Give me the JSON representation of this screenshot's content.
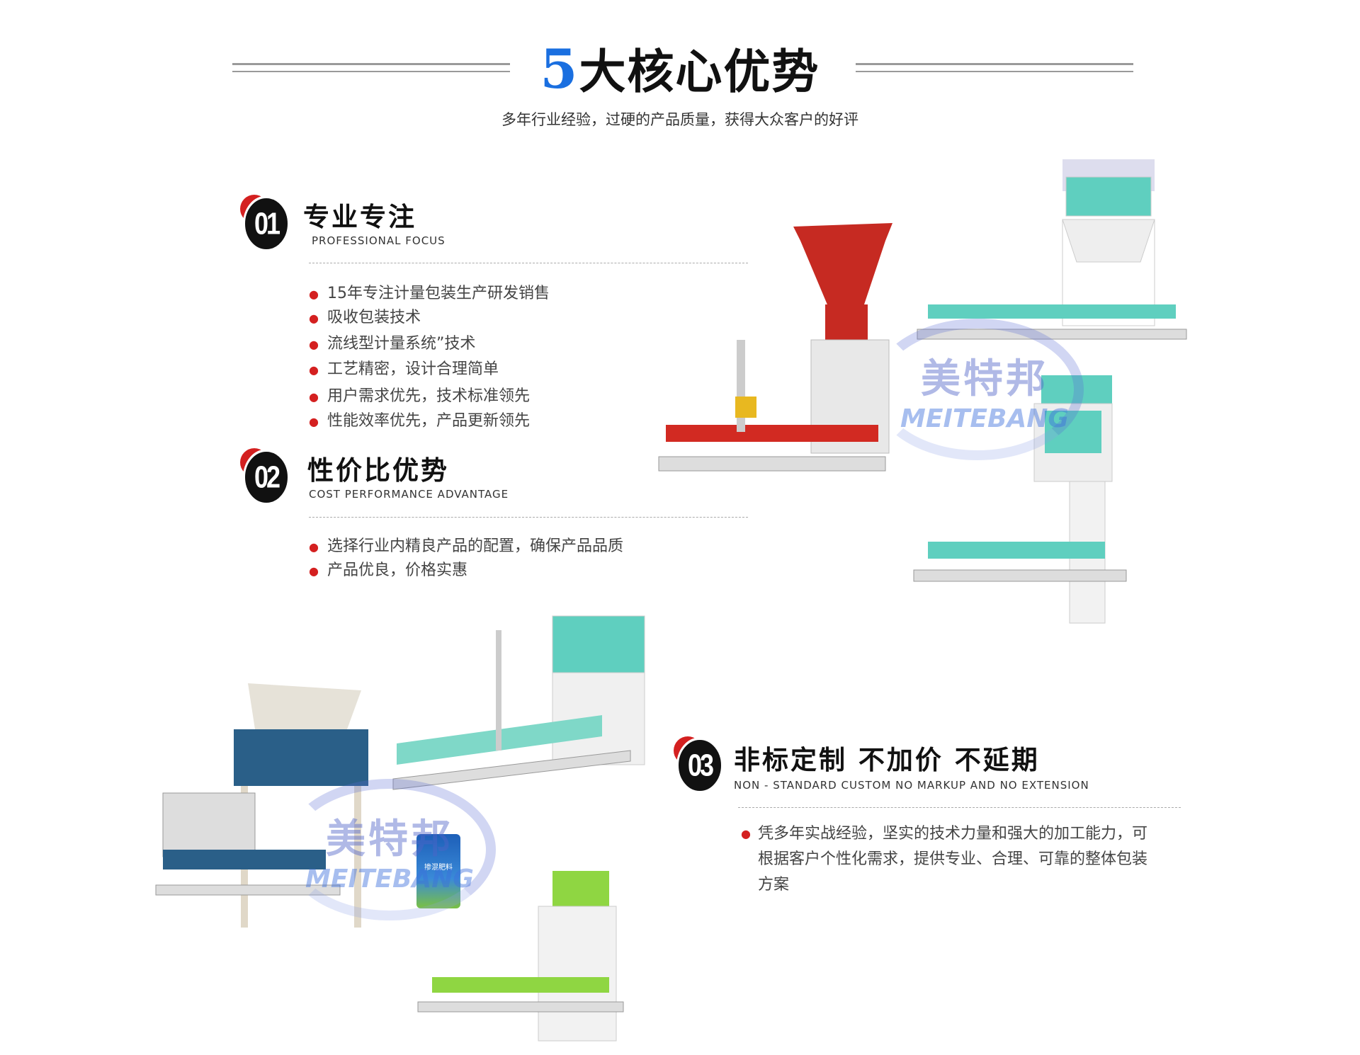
{
  "header": {
    "title_number": "5",
    "title_text": "大核心优势",
    "subtitle": "多年行业经验，过硬的产品质量，获得大众客户的好评"
  },
  "sections": [
    {
      "badge": "01",
      "title": "专业专注",
      "subtitle": "PROFESSIONAL FOCUS",
      "bullets": [
        "15年专注计量包装生产研发销售",
        "吸收包装技术",
        "流线型计量系统”技术",
        "工艺精密，设计合理简单",
        "用户需求优先，技术标准领先",
        "性能效率优先，产品更新领先"
      ]
    },
    {
      "badge": "02",
      "title": "性价比优势",
      "subtitle": "COST PERFORMANCE ADVANTAGE",
      "bullets": [
        "选择行业内精良产品的配置，确保产品品质",
        "产品优良，价格实惠"
      ]
    },
    {
      "badge": "03",
      "title": "非标定制 不加价 不延期",
      "subtitle": "NON - STANDARD CUSTOM NO MARKUP AND NO EXTENSION",
      "bullets": [
        "凭多年实战经验，坚实的技术力量和强大的加工能力，可根据客户个性化需求，提供专业、合理、可靠的整体包装方案"
      ]
    }
  ],
  "watermark": {
    "cn": "美特邦",
    "en": "MEITEBANG"
  },
  "bag_label": "掺混肥料",
  "colors": {
    "accent_blue": "#1a6fe0",
    "accent_red": "#d42020",
    "teal": "#5fcfbf",
    "green": "#8fd642"
  }
}
